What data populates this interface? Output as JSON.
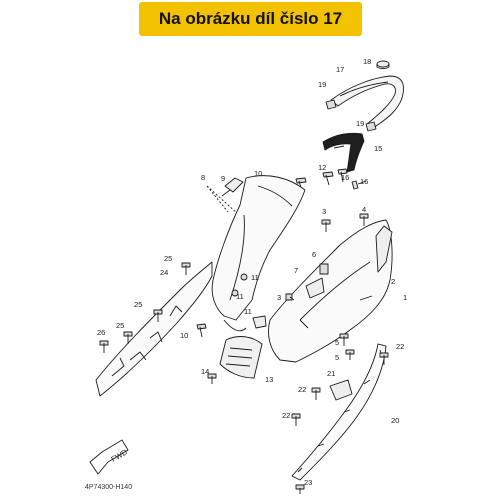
{
  "banner": {
    "text": "Na obrázku díl číslo 17",
    "color": "#f2c200"
  },
  "part_code": "4P74300-H140",
  "fwd_label": "FWD",
  "callouts": [
    "1",
    "2",
    "3",
    "4",
    "5",
    "6",
    "7",
    "8",
    "9",
    "10",
    "11",
    "12",
    "13",
    "14",
    "15",
    "16",
    "17",
    "18",
    "19",
    "20",
    "21",
    "22",
    "23",
    "24",
    "25",
    "26"
  ]
}
